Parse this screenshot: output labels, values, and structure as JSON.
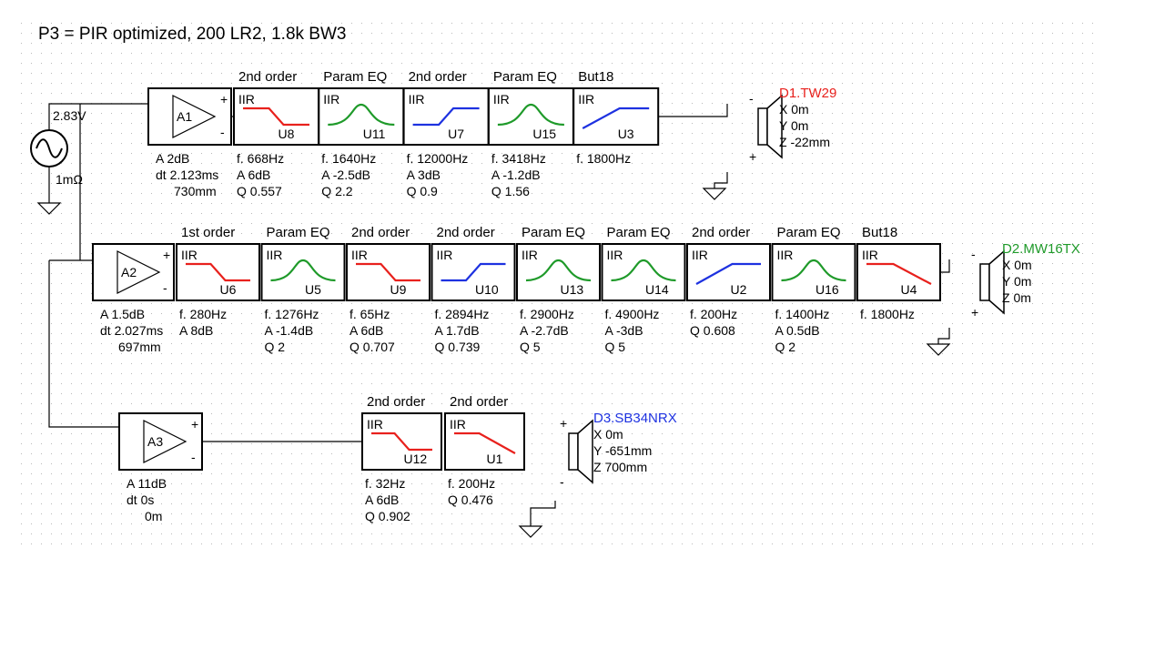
{
  "title": "P3 = PIR optimized, 200 LR2, 1.8k BW3",
  "source": {
    "voltage": "2.83V",
    "resistance": "1mΩ"
  },
  "colors": {
    "red": "#e8211d",
    "green": "#1f9a2a",
    "blue": "#1e32e0",
    "line": "#000000",
    "grid": "#b8b8b8"
  },
  "rows": [
    {
      "amp": {
        "label": "A1",
        "params": [
          "A  2dB",
          "dt 2.123ms",
          "730mm"
        ]
      },
      "filters": [
        {
          "id": "U8",
          "kind": "IIR",
          "header": "2nd order",
          "curve": "lowshelf",
          "color": "red",
          "params": [
            "f.  668Hz",
            "A  6dB",
            "Q  0.557"
          ]
        },
        {
          "id": "U11",
          "kind": "IIR",
          "header": "Param EQ",
          "curve": "peak",
          "color": "green",
          "params": [
            "f.  1640Hz",
            "A  -2.5dB",
            "Q  2.2"
          ]
        },
        {
          "id": "U7",
          "kind": "IIR",
          "header": "2nd order",
          "curve": "highshelf",
          "color": "blue",
          "params": [
            "f.  12000Hz",
            "A  3dB",
            "Q  0.9"
          ]
        },
        {
          "id": "U15",
          "kind": "IIR",
          "header": "Param EQ",
          "curve": "peak",
          "color": "green",
          "params": [
            "f.  3418Hz",
            "A  -1.2dB",
            "Q  1.56"
          ]
        },
        {
          "id": "U3",
          "kind": "IIR",
          "header": "But18",
          "curve": "highpass",
          "color": "blue",
          "params": [
            "f.  1800Hz"
          ]
        }
      ],
      "driver": {
        "name": "D1.TW29",
        "color": "red",
        "coords": [
          "X  0m",
          "Y  0m",
          "Z  -22mm"
        ]
      }
    },
    {
      "amp": {
        "label": "A2",
        "params": [
          "A  1.5dB",
          "dt 2.027ms",
          "697mm"
        ]
      },
      "filters": [
        {
          "id": "U6",
          "kind": "IIR",
          "header": "1st order",
          "curve": "lowshelf",
          "color": "red",
          "params": [
            "f.  280Hz",
            "A  8dB"
          ]
        },
        {
          "id": "U5",
          "kind": "IIR",
          "header": "Param EQ",
          "curve": "peak",
          "color": "green",
          "params": [
            "f.  1276Hz",
            "A  -1.4dB",
            "Q  2"
          ]
        },
        {
          "id": "U9",
          "kind": "IIR",
          "header": "2nd order",
          "curve": "lowshelf",
          "color": "red",
          "params": [
            "f.  65Hz",
            "A  6dB",
            "Q  0.707"
          ]
        },
        {
          "id": "U10",
          "kind": "IIR",
          "header": "2nd order",
          "curve": "highshelf",
          "color": "blue",
          "params": [
            "f.  2894Hz",
            "A  1.7dB",
            "Q  0.739"
          ]
        },
        {
          "id": "U13",
          "kind": "IIR",
          "header": "Param EQ",
          "curve": "peak",
          "color": "green",
          "params": [
            "f.  2900Hz",
            "A  -2.7dB",
            "Q  5"
          ]
        },
        {
          "id": "U14",
          "kind": "IIR",
          "header": "Param EQ",
          "curve": "peak",
          "color": "green",
          "params": [
            "f.  4900Hz",
            "A  -3dB",
            "Q  5"
          ]
        },
        {
          "id": "U2",
          "kind": "IIR",
          "header": "2nd order",
          "curve": "highpass",
          "color": "blue",
          "params": [
            "f.  200Hz",
            "Q  0.608"
          ]
        },
        {
          "id": "U16",
          "kind": "IIR",
          "header": "Param EQ",
          "curve": "peak",
          "color": "green",
          "params": [
            "f.  1400Hz",
            "A  0.5dB",
            "Q  2"
          ]
        },
        {
          "id": "U4",
          "kind": "IIR",
          "header": "But18",
          "curve": "lowpass",
          "color": "red",
          "params": [
            "f.  1800Hz"
          ]
        }
      ],
      "driver": {
        "name": "D2.MW16TX",
        "color": "green",
        "coords": [
          "X  0m",
          "Y  0m",
          "Z  0m"
        ]
      }
    },
    {
      "amp": {
        "label": "A3",
        "params": [
          "A  11dB",
          "dt 0s",
          "0m"
        ]
      },
      "filters": [
        {
          "id": "U12",
          "kind": "IIR",
          "header": "2nd order",
          "curve": "lowshelf",
          "color": "red",
          "params": [
            "f.  32Hz",
            "A  6dB",
            "Q  0.902"
          ]
        },
        {
          "id": "U1",
          "kind": "IIR",
          "header": "2nd order",
          "curve": "lowpass",
          "color": "red",
          "params": [
            "f.  200Hz",
            "Q  0.476"
          ]
        }
      ],
      "driver": {
        "name": "D3.SB34NRX",
        "color": "blue",
        "coords": [
          "X  0m",
          "Y  -651mm",
          "Z  700mm"
        ]
      }
    }
  ]
}
